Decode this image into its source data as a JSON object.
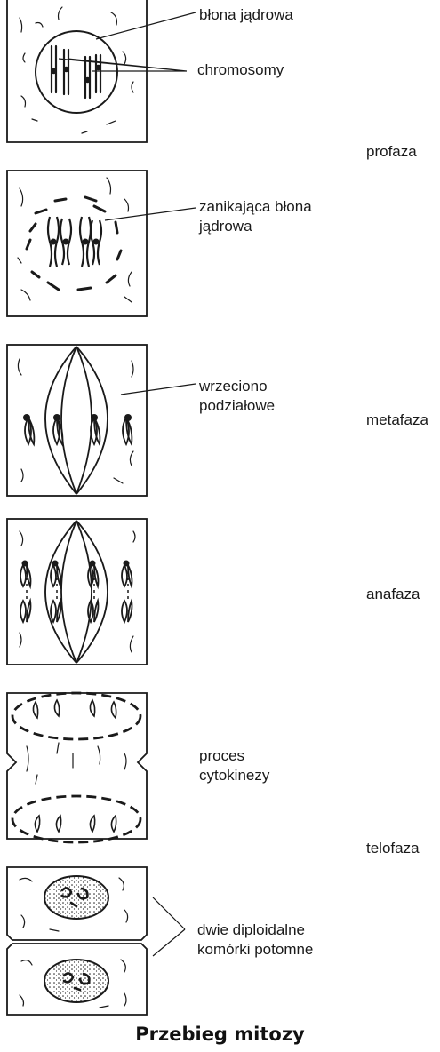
{
  "title": "Przebieg mitozy",
  "labels": {
    "nuclear_membrane": "błona jądrowa",
    "chromosomes": "chromosomy",
    "vanishing_membrane_1": "zanikająca błona",
    "vanishing_membrane_2": "jądrowa",
    "spindle_1": "wrzeciono",
    "spindle_2": "podziałowe",
    "cytokinesis_1": "proces",
    "cytokinesis_2": "cytokinezy",
    "daughter_cells_1": "dwie diploidalne",
    "daughter_cells_2": "komórki potomne"
  },
  "phases": {
    "prophase": "profaza",
    "metaphase": "metafaza",
    "anaphase": "anafaza",
    "telophase": "telofaza"
  }
}
